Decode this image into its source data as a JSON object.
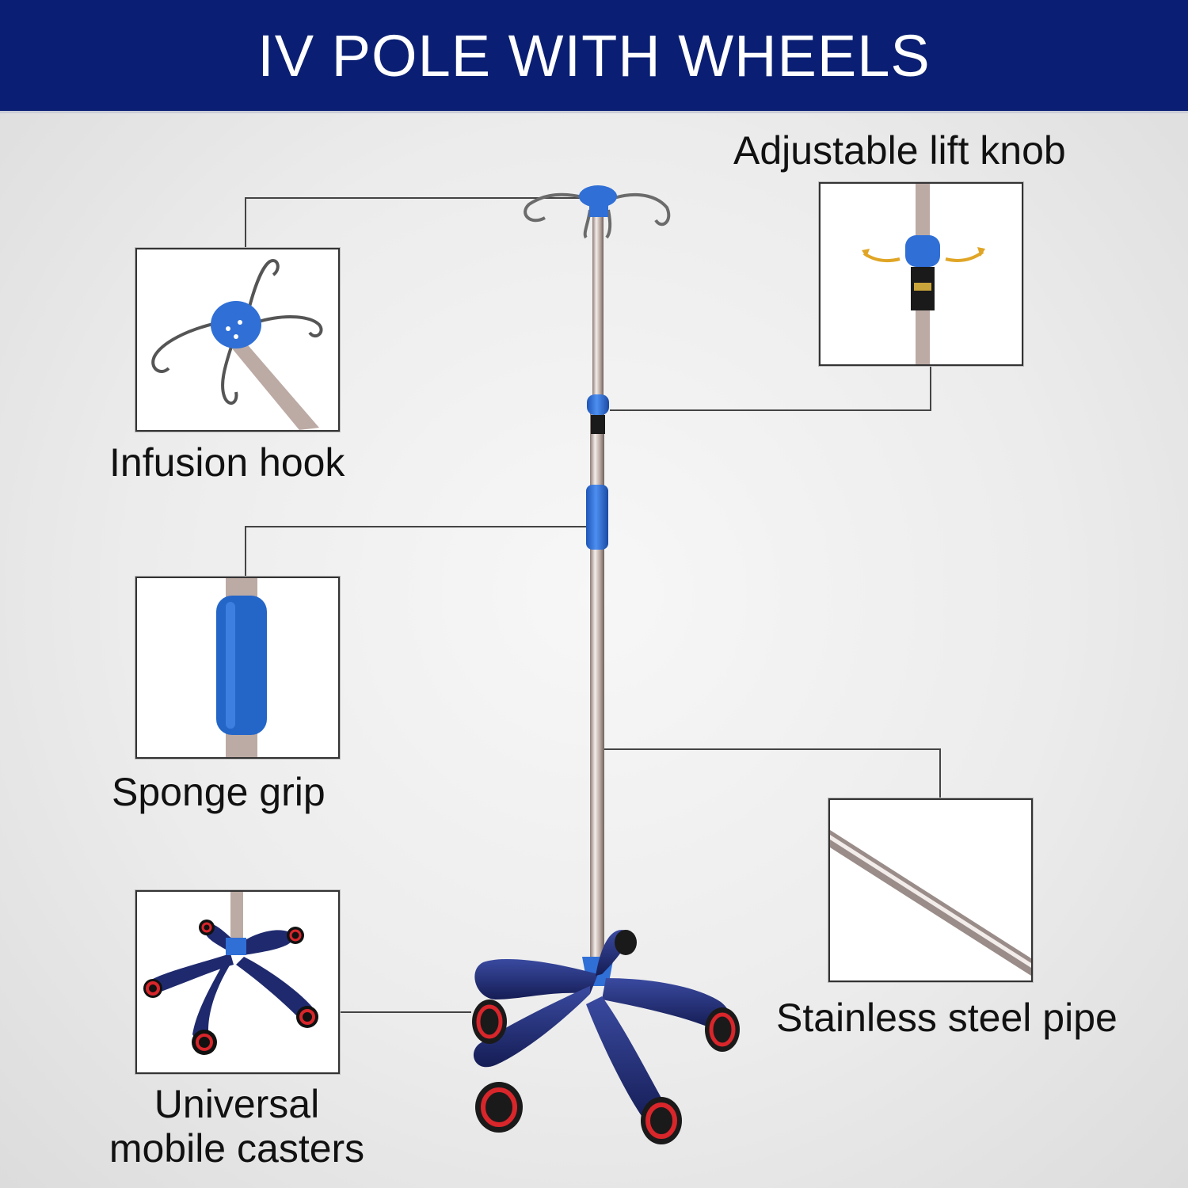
{
  "header": {
    "title": "IV POLE WITH WHEELS"
  },
  "callouts": {
    "infusion_hook": "Infusion hook",
    "lift_knob": "Adjustable lift knob",
    "sponge_grip": "Sponge grip",
    "steel_pipe": "Stainless steel pipe",
    "casters_line1": "Universal",
    "casters_line2": "mobile casters"
  },
  "colors": {
    "header_bg": "#0a1f73",
    "accent_blue": "#2f6fd6",
    "base_navy": "#1f2a6e",
    "wheel_red": "#d8262b",
    "pole_steel": "#c9b9b3"
  }
}
